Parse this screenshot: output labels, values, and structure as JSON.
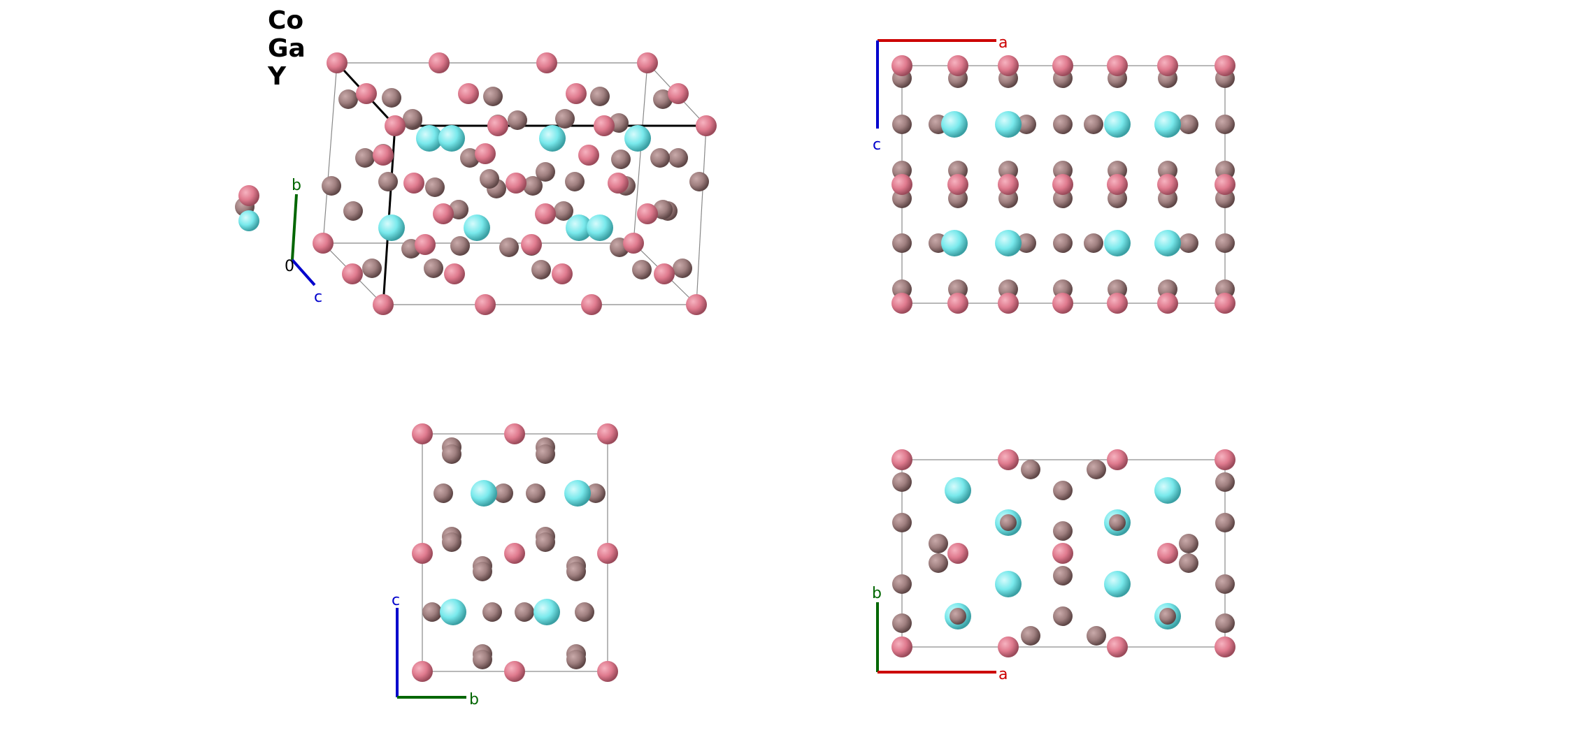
{
  "legend": {
    "elements": [
      "Co",
      "Ga",
      "Y"
    ]
  },
  "colors": {
    "Co": "#df7a8e",
    "Ga": "#9f7f7f",
    "Y": "#79e9ec",
    "cell": "#888888",
    "axis_a": "#cc0000",
    "axis_b": "#006600",
    "axis_c": "#0000cc"
  },
  "axes_labels": {
    "a": "a",
    "b": "b",
    "c": "c",
    "origin": "0"
  },
  "panels": [
    {
      "id": "perspective",
      "axes": [
        "b",
        "c",
        "0"
      ]
    },
    {
      "id": "view-b",
      "axes": [
        "a",
        "c"
      ]
    },
    {
      "id": "view-a",
      "axes": [
        "c",
        "b"
      ]
    },
    {
      "id": "view-c",
      "axes": [
        "b",
        "a"
      ]
    }
  ]
}
